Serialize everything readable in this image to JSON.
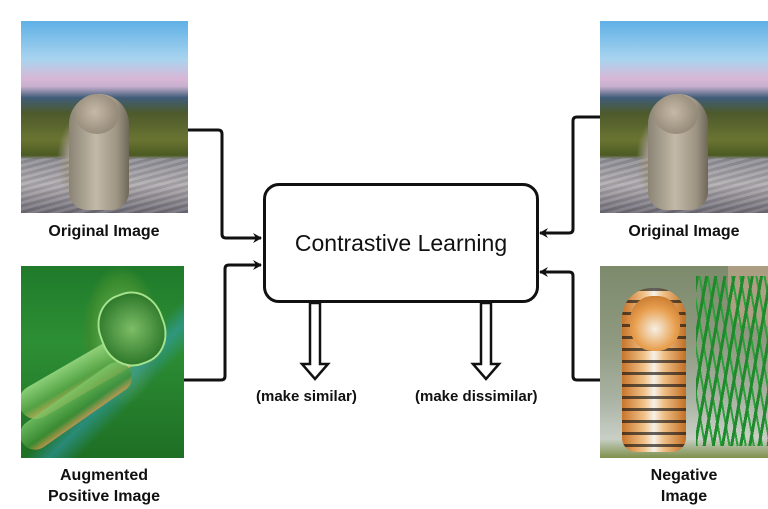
{
  "diagram": {
    "center_box": {
      "label": "Contrastive Learning"
    },
    "inputs": [
      {
        "id": "left-original",
        "label": [
          "Original Image"
        ],
        "depicts": "monkey sitting on rock"
      },
      {
        "id": "left-augmented",
        "label": [
          "Augmented",
          "Positive Image"
        ],
        "depicts": "color-distorted rotated monkey"
      },
      {
        "id": "right-original",
        "label": [
          "Original Image"
        ],
        "depicts": "monkey sitting on rock"
      },
      {
        "id": "right-negative",
        "label": [
          "Negative",
          "Image"
        ],
        "depicts": "tiger in water with grass"
      }
    ],
    "outputs": [
      {
        "label": "(make similar)"
      },
      {
        "label": "(make dissimilar)"
      }
    ],
    "colors": {
      "line": "#111111",
      "background": "#ffffff"
    }
  }
}
